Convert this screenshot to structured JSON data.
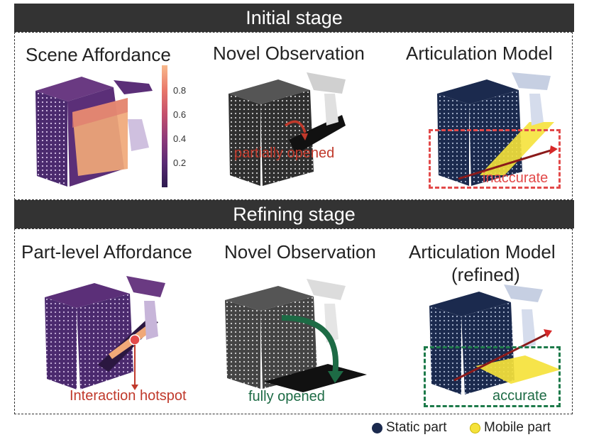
{
  "stages": {
    "initial": "Initial stage",
    "refining": "Refining stage"
  },
  "initial_panels": {
    "affordance_title": "Scene Affordance",
    "observation_title": "Novel Observation",
    "articulation_title": "Articulation Model",
    "observation_label": "partially opened",
    "articulation_label": "inaccurate",
    "colorbar_ticks": [
      "0.8",
      "0.6",
      "0.4",
      "0.2"
    ]
  },
  "refining_panels": {
    "affordance_title": "Part-level Affordance",
    "observation_title": "Novel Observation",
    "articulation_title_line1": "Articulation Model",
    "articulation_title_line2": "(refined)",
    "affordance_label": "Interaction hotspot",
    "observation_label": "fully opened",
    "articulation_label": "accurate"
  },
  "legend": {
    "static_label": "Static part",
    "mobile_label": "Mobile part"
  },
  "colors": {
    "banner": "#333333",
    "static": "#1b2a4e",
    "mobile": "#f5e23b",
    "error": "#e24a4a",
    "success": "#1d7a4a",
    "annotation_red": "#c0392b",
    "annotation_green": "#1d6b45"
  }
}
